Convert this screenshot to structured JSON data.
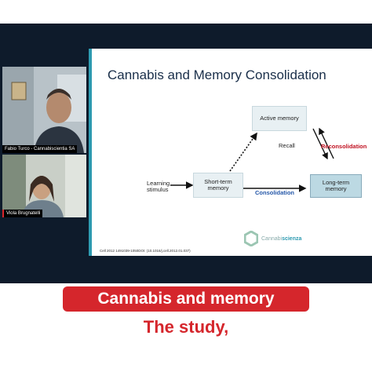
{
  "participants": [
    {
      "name": "Fabio Turco - Cannabiscientia SA"
    },
    {
      "name": "Viola Brugnatelli"
    }
  ],
  "slide": {
    "title": "Cannabis and Memory Consolidation",
    "diagram": {
      "learning_stimulus": "Learning\nstimulus",
      "short_term": "Short-term\nmemory",
      "long_term": "Long-term\nmemory",
      "active": "Active memory",
      "recall": "Recall",
      "reconsolidation": "Reconsolidation",
      "consolidation": "Consolidation"
    },
    "citation": "Cell 2012 1491039-1050DOI: (10.1016/j.cell.2012.01.037)",
    "logo_text_light": "Cannabi",
    "logo_text_bold": "scienza"
  },
  "captions": {
    "title": "Cannabis and memory",
    "subtitle": "The study,"
  },
  "colors": {
    "accent_red": "#d5262c",
    "slide_accent": "#2e9bb1",
    "consolidation_blue": "#2356a8"
  }
}
